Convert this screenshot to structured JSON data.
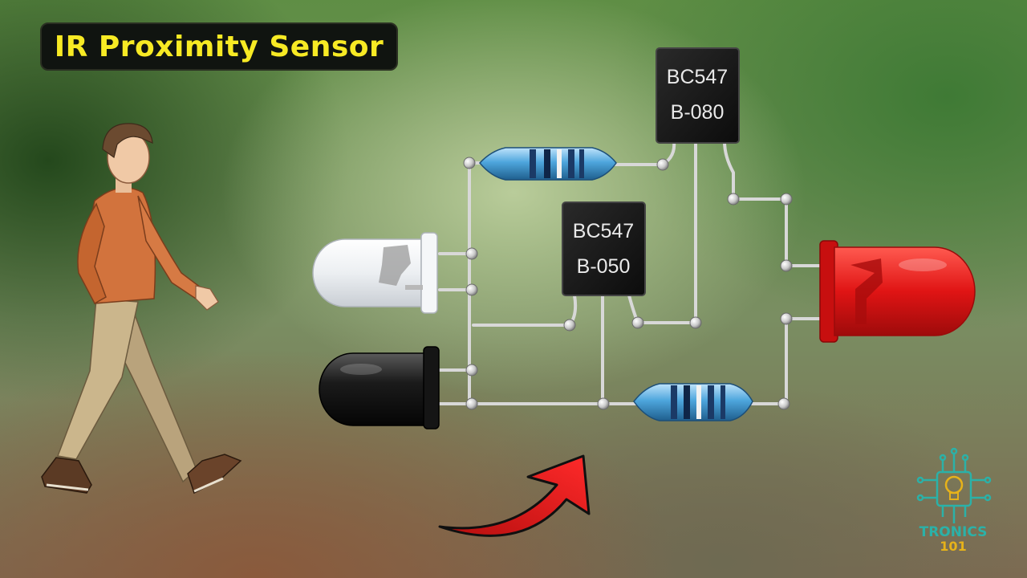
{
  "title": "IR Proximity Sensor",
  "transistors": [
    {
      "part": "BC547",
      "code": "B-080"
    },
    {
      "part": "BC547",
      "code": "B-050"
    }
  ],
  "brand": {
    "line1": "TRONICS",
    "line2": "101"
  },
  "colors": {
    "title_text": "#f7ea24",
    "title_bg": "#101410",
    "led_red": "#e01414",
    "resistor_blue": "#4ea6dd",
    "arrow_red": "#e61c1c",
    "brand_teal": "#2bb1a8",
    "brand_yellow": "#e6b21a"
  }
}
